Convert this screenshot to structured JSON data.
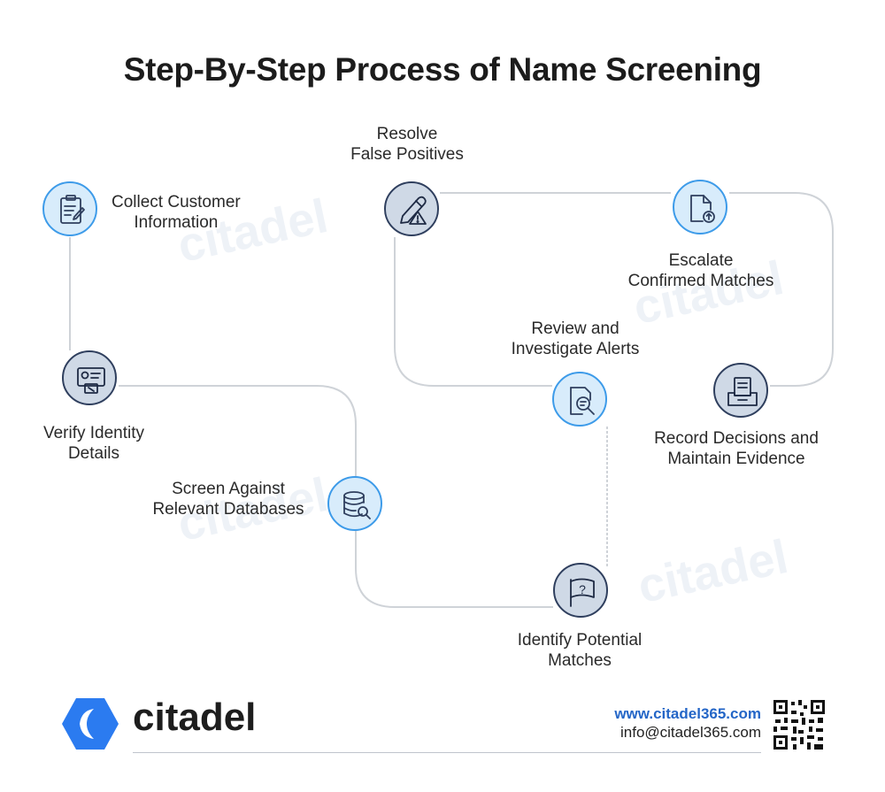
{
  "title": "Step-By-Step Process of Name Screening",
  "watermark": "citadel",
  "steps": [
    {
      "line1": "Collect Customer",
      "line2": "Information",
      "icon": "clipboard-icon"
    },
    {
      "line1": "Verify Identity",
      "line2": "Details",
      "icon": "id-card-icon"
    },
    {
      "line1": "Screen Against",
      "line2": "Relevant Databases",
      "icon": "database-search-icon"
    },
    {
      "line1": "Identify Potential",
      "line2": "Matches",
      "icon": "question-flag-icon"
    },
    {
      "line1": "Review and",
      "line2": "Investigate Alerts",
      "icon": "document-search-icon"
    },
    {
      "line1": "Resolve",
      "line2": "False Positives",
      "icon": "pen-warning-icon"
    },
    {
      "line1": "Escalate",
      "line2": "Confirmed Matches",
      "icon": "file-upload-icon"
    },
    {
      "line1": "Record Decisions and",
      "line2": "Maintain Evidence",
      "icon": "archive-inbox-icon"
    }
  ],
  "footer": {
    "brand": "citadel",
    "website": "www.citadel365.com",
    "email": "info@citadel365.com"
  },
  "colors": {
    "accent": "#3d9be9",
    "dark": "#2f3f5e",
    "brand_blue": "#2b7bf0",
    "line": "#cfd3d8"
  }
}
